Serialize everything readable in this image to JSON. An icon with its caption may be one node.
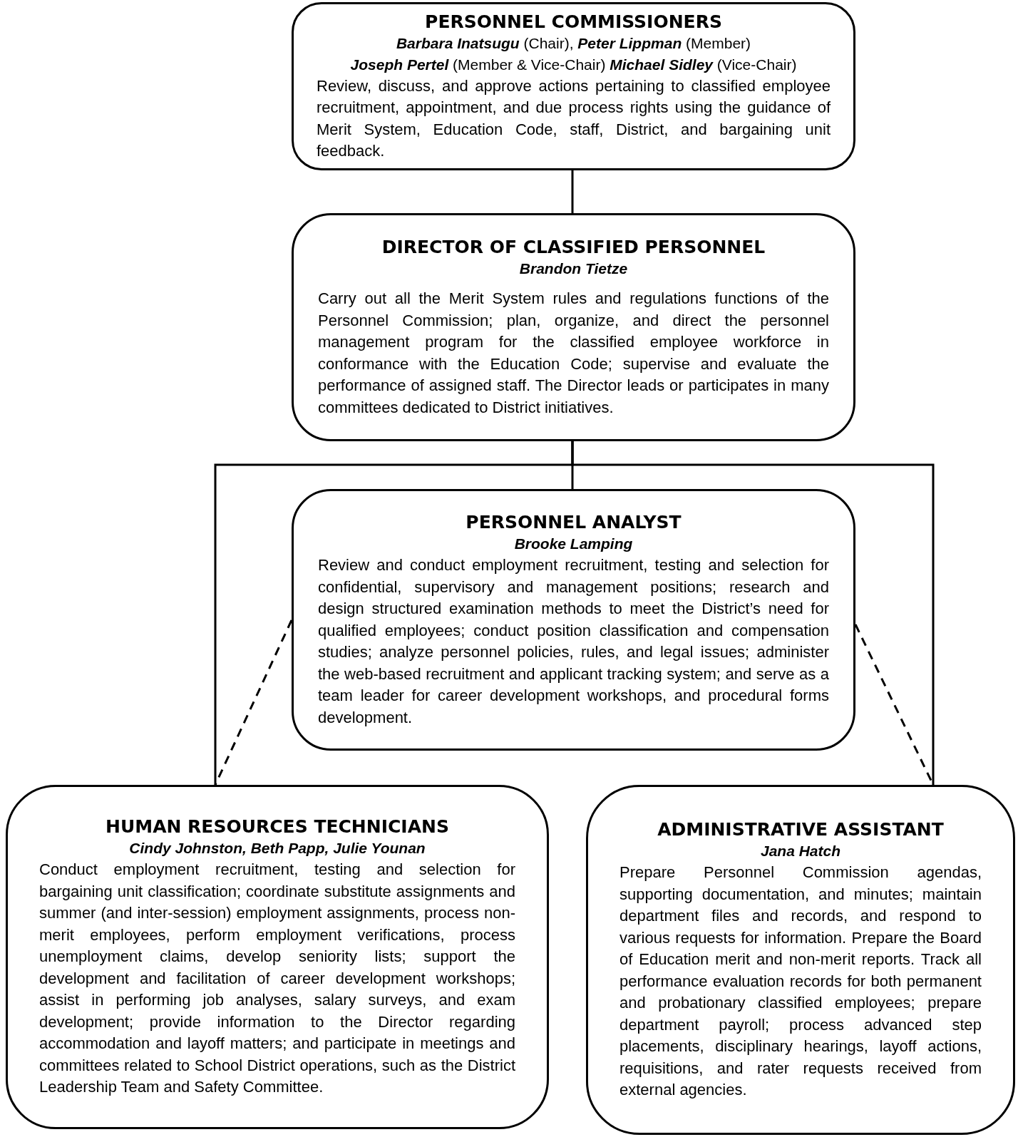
{
  "diagram": {
    "nodes": [
      {
        "text": [
          "PERSONNEL COMMISSIONERS",
          "**Barbara Inatsugu** (Chair), **Peter Lippman** (Member)",
          "**Joseph Pertel** (Member & Vice-Chair) **Michael Sidley** (Vice-Chair)",
          "Review, discuss, and approve actions pertaining to classified employee recruitment, appointment, and due process rights using the guidance of Merit System, Education Code, staff, District, and bargaining unit feedback."
        ]
      },
      {
        "text": [
          "DIRECTOR OF CLASSIFIED PERSONNEL",
          "Brandon Tietze",
          "Carry out all the Merit System rules and regulations functions of the Personnel Commission; plan, organize, and direct the personnel management program for the classified employee workforce in conformance with the Education Code; supervise and evaluate the performance of assigned staff.  The Director leads or participates in many committees dedicated to District initiatives."
        ]
      },
      {
        "text": [
          "PERSONNEL ANALYST",
          "Brooke Lamping",
          "Review and conduct employment recruitment, testing and selection for confidential, supervisory and management positions; research and design structured examination methods to meet the District’s need for qualified employees; conduct position classification and compensation studies; analyze personnel policies, rules, and legal issues; administer the web-based recruitment and applicant tracking system; and serve as a team leader for career development workshops, and procedural forms development."
        ]
      },
      {
        "text": [
          "HUMAN RESOURCES TECHNICIANS",
          "Cindy Johnston, Beth Papp, Julie Younan",
          "Conduct employment recruitment, testing and selection for bargaining unit classification; coordinate substitute assignments and summer (and inter-session) employment assignments, process non-merit employees, perform employment verifications, process unemployment claims, develop seniority lists; support the development and facilitation of career development workshops; assist in performing job analyses, salary surveys, and exam development; provide information to the Director regarding accommodation and layoff matters; and participate in meetings and committees related to School District operations, such as the District Leadership Team and Safety Committee."
        ]
      },
      {
        "text": [
          "ADMINISTRATIVE ASSISTANT",
          "Jana Hatch",
          "Prepare Personnel Commission agendas, supporting documentation, and minutes; maintain department files and records, and respond to various requests for information.  Prepare the Board of Education merit and non-merit reports.  Track all performance evaluation records for both permanent and probationary classified employees; prepare department payroll; process advanced step placements, disciplinary hearings, layoff actions, requisitions, and rater requests received from external agencies."
        ]
      }
    ],
    "edges": [
      {
        "from": 0,
        "to": 1,
        "arrow": "none"
      },
      {
        "from": 1,
        "to": 2,
        "arrow": "none"
      },
      {
        "from": 1,
        "to": 3,
        "arrow": "none"
      },
      {
        "from": 1,
        "to": 4,
        "arrow": "none"
      },
      {
        "from": 2,
        "to": 3,
        "arrow": "none",
        "style": "dashed"
      },
      {
        "from": 2,
        "to": 4,
        "arrow": "none",
        "style": "dashed"
      }
    ]
  }
}
